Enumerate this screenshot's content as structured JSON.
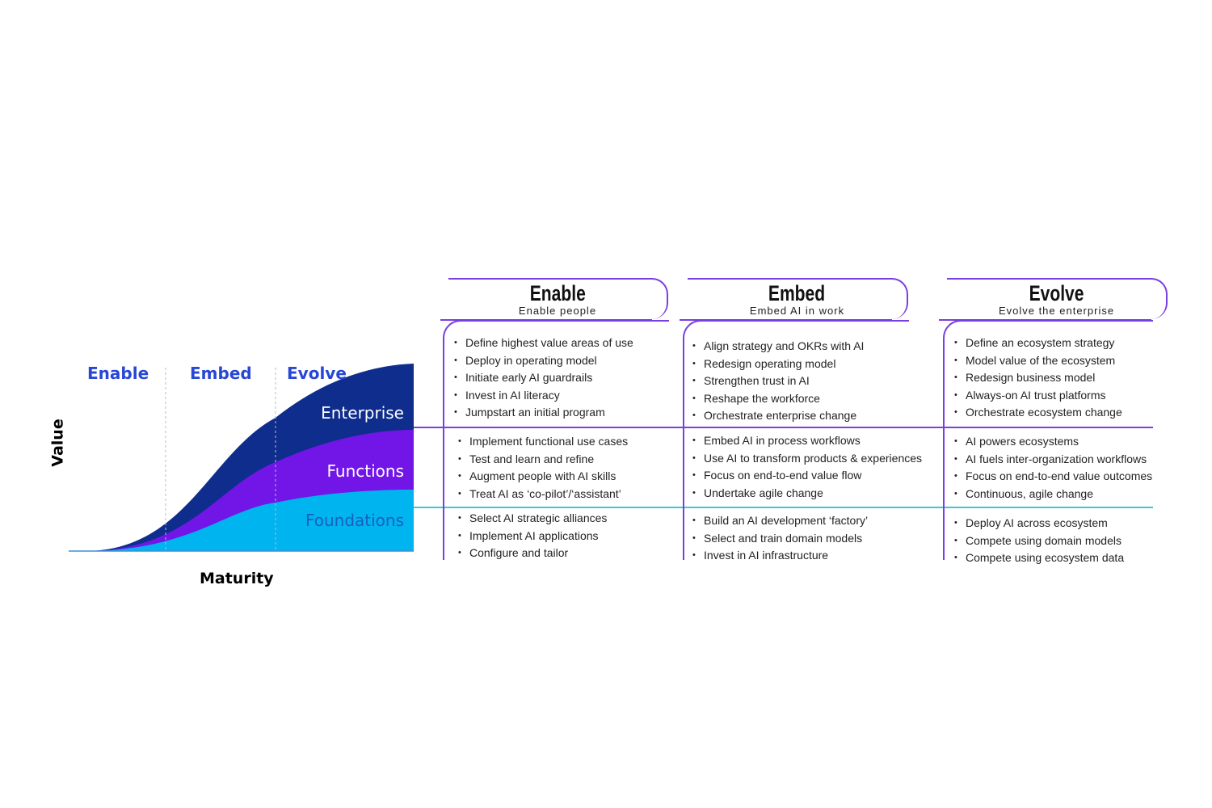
{
  "chart": {
    "y_axis_label": "Value",
    "x_axis_label": "Maturity",
    "phases": [
      "Enable",
      "Embed",
      "Evolve"
    ],
    "layers": [
      "Enterprise",
      "Functions",
      "Foundations"
    ],
    "colors": {
      "enterprise": "#0f2d8c",
      "functions": "#7216e8",
      "foundations": "#00b4f0",
      "phase_label": "#2747d6",
      "divider_purple": "#7a3fe0",
      "divider_cyan": "#3ec7d8"
    }
  },
  "columns": [
    {
      "title": "Enable",
      "subtitle": "Enable people",
      "enterprise": [
        "Define highest value areas of use",
        "Deploy in operating model",
        "Initiate early AI guardrails",
        "Invest in AI literacy",
        "Jumpstart an initial program"
      ],
      "functions": [
        "Implement functional use cases",
        "Test and learn and refine",
        "Augment people with AI skills",
        "Treat AI as ‘co-pilot’/‘assistant’"
      ],
      "foundations": [
        "Select AI strategic alliances",
        "Implement AI applications",
        "Configure and tailor"
      ]
    },
    {
      "title": "Embed",
      "subtitle": "Embed AI in work",
      "enterprise": [
        "Align strategy and OKRs with AI",
        "Redesign operating model",
        "Strengthen trust in AI",
        "Reshape the workforce",
        "Orchestrate enterprise change"
      ],
      "functions": [
        "Embed AI in process workflows",
        "Use AI to transform products & experiences",
        "Focus on end-to-end value flow",
        "Undertake agile change"
      ],
      "foundations": [
        "Build an AI development ‘factory’",
        "Select and train domain models",
        "Invest in AI infrastructure"
      ]
    },
    {
      "title": "Evolve",
      "subtitle": "Evolve the enterprise",
      "enterprise": [
        "Define an ecosystem strategy",
        "Model value of the ecosystem",
        "Redesign business model",
        "Always-on AI trust platforms",
        "Orchestrate ecosystem change"
      ],
      "functions": [
        "AI powers ecosystems",
        "AI fuels inter-organization workflows",
        "Focus on end-to-end value outcomes",
        "Continuous, agile change"
      ],
      "foundations": [
        "Deploy AI across ecosystem",
        "Compete using domain models",
        "Compete using ecosystem data"
      ]
    }
  ]
}
